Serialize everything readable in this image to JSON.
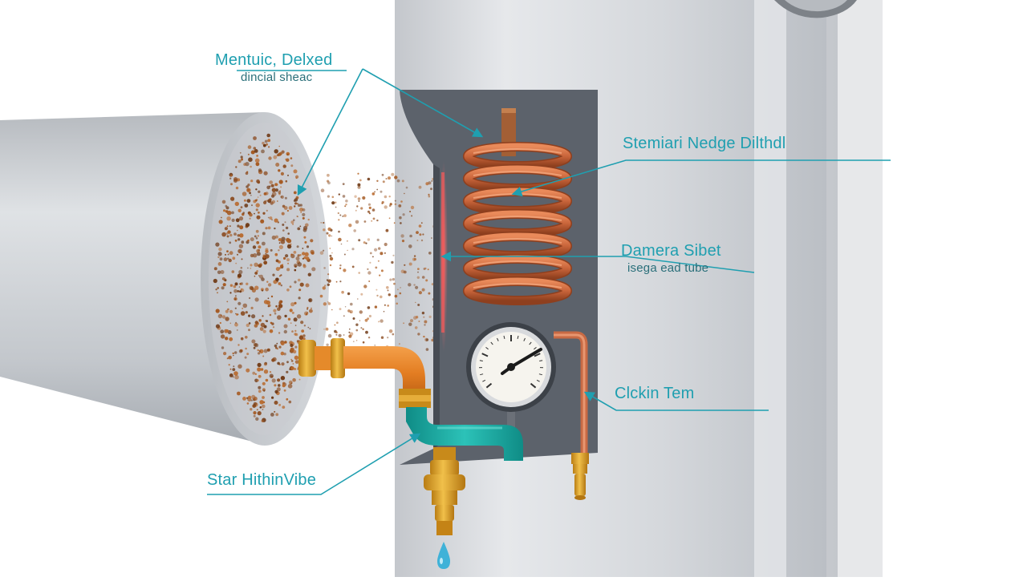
{
  "colors": {
    "annotation": "#1f9fb0",
    "pipe": "#c9ccd1",
    "housing": "#5f6670",
    "copper": "#c8643a",
    "brass": "#d89a22",
    "teal_pipe": "#19a8a0",
    "rust": "#8a4a1e",
    "heat_glow": "#f05a5a",
    "water": "#3fb2d8"
  },
  "labels": {
    "top_left_title": "Mentuic, Delxed",
    "top_left_sub": "dincial sheac",
    "right_coil": "Stemiari Nedge Dilthdl",
    "right_mid_title": "Damera Sibet",
    "right_mid_sub": "isega ead tube",
    "right_gauge": "Clckin Tem",
    "bottom_left": "Star HithinVibe"
  },
  "icons": {
    "gauge": "pressure-gauge-icon",
    "valve": "drain-valve-icon",
    "drop": "water-drop-icon"
  }
}
